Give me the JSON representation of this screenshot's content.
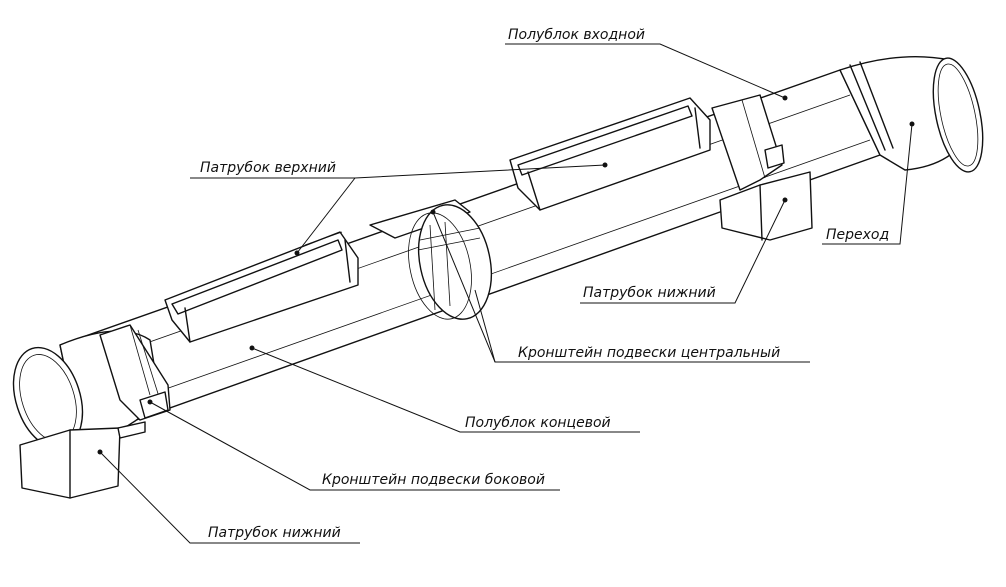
{
  "labels": {
    "inlet_half_block": "Полублок входной",
    "upper_branch": "Патрубок верхний",
    "transition": "Переход",
    "lower_branch_right": "Патрубок нижний",
    "central_bracket": "Кронштейн подвески центральный",
    "end_half_block": "Полублок концевой",
    "side_bracket": "Кронштейн подвески боковой",
    "lower_branch_left": "Патрубок нижний"
  },
  "colors": {
    "line": "#111111",
    "background": "#ffffff"
  }
}
